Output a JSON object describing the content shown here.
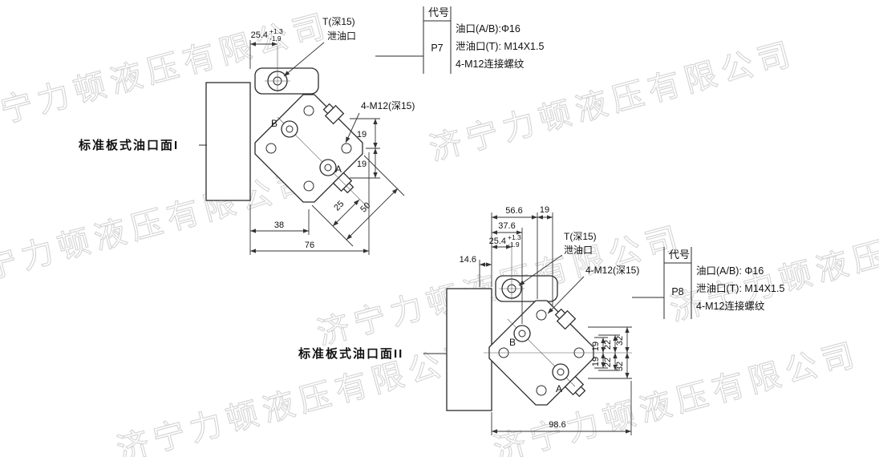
{
  "watermark": {
    "text": "济宁力顿液压有限公司"
  },
  "face1": {
    "title": "标准板式油口面I",
    "dims": {
      "d254": "25.4",
      "tolUp": "+1.3",
      "tolDn": "-1.9",
      "d19a": "19",
      "d19b": "19",
      "d25": "25",
      "d50": "50",
      "d38": "38",
      "d76": "76"
    },
    "labels": {
      "tPort": "T(深15)",
      "drain": "泄油口",
      "m12": "4-M12(深15)",
      "portA": "A",
      "portB": "B"
    },
    "table": {
      "header": "代号",
      "code": "P7",
      "row1": "油口(A/B):Φ16",
      "row2": "泄油口(T): M14X1.5",
      "row3": "4-M12连接螺纹"
    }
  },
  "face2": {
    "title": "标准板式油口面II",
    "dims": {
      "d566": "56.6",
      "d19top": "19",
      "d376": "37.6",
      "d254": "25.4",
      "tolUp": "+1.3",
      "tolDn": "-1.9",
      "d146": "14.6",
      "d19a": "19",
      "d19b": "19",
      "d22a": "22",
      "d22b": "22",
      "d32a": "32",
      "d32b": "32",
      "d986": "98.6"
    },
    "labels": {
      "tPort": "T(深15)",
      "drain": "泄油口",
      "m12": "4-M12(深15)",
      "portA": "A",
      "portB": "B"
    },
    "table": {
      "header": "代号",
      "code": "P8",
      "row1": "油口(A/B): Φ16",
      "row2": "泄油口(T): M14X1.5",
      "row3": "4-M12连接螺纹"
    }
  }
}
